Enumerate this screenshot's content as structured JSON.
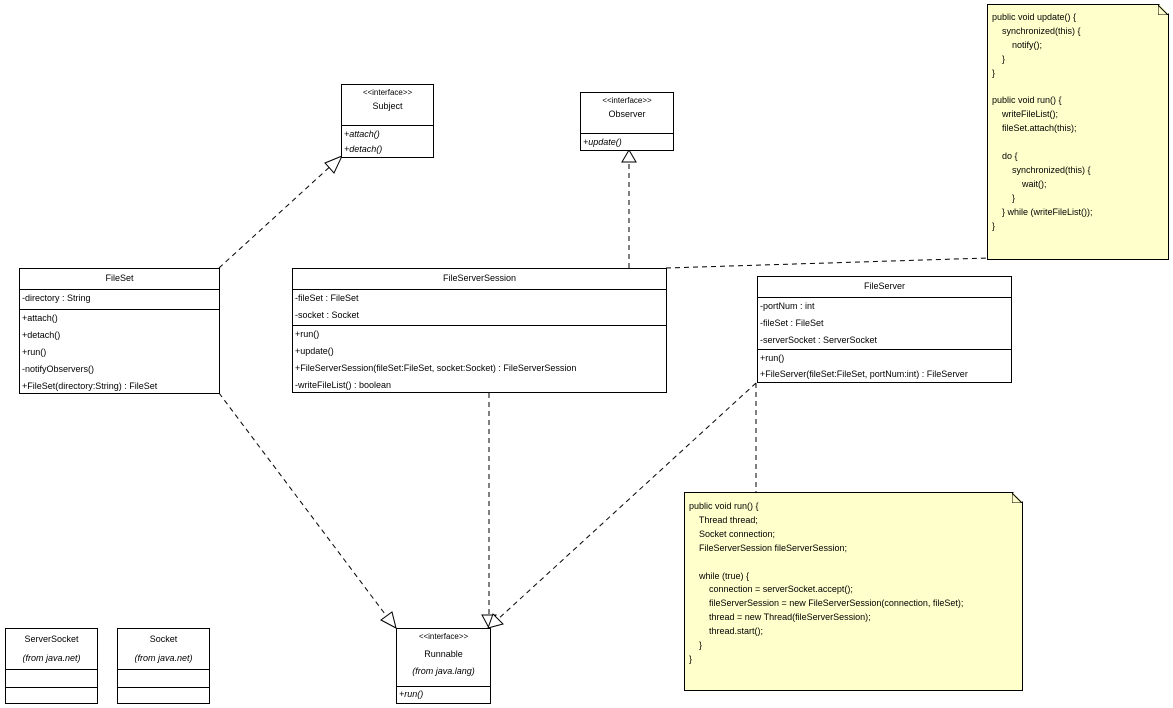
{
  "classes": {
    "subject": {
      "stereotype": "<<interface>>",
      "name": "Subject",
      "methods": [
        "+attach()",
        "+detach()"
      ]
    },
    "observer": {
      "stereotype": "<<interface>>",
      "name": "Observer",
      "methods": [
        "+update()"
      ]
    },
    "fileset": {
      "name": "FileSet",
      "attributes": [
        "-directory : String"
      ],
      "methods": [
        "+attach()",
        "+detach()",
        "+run()",
        "-notifyObservers()",
        "+FileSet(directory:String) : FileSet"
      ]
    },
    "fileserversession": {
      "name": "FileServerSession",
      "attributes": [
        "-fileSet : FileSet",
        "-socket : Socket"
      ],
      "methods": [
        "+run()",
        "+update()",
        "+FileServerSession(fileSet:FileSet, socket:Socket) : FileServerSession",
        "-writeFileList() : boolean"
      ]
    },
    "fileserver": {
      "name": "FileServer",
      "attributes": [
        "-portNum : int",
        "-fileSet : FileSet",
        "-serverSocket : ServerSocket"
      ],
      "methods": [
        "+run()",
        "+FileServer(fileSet:FileSet, portNum:int) : FileServer"
      ]
    },
    "runnable": {
      "stereotype": "<<interface>>",
      "name": "Runnable",
      "from": "(from java.lang)",
      "methods": [
        "+run()"
      ]
    },
    "serversocket": {
      "name": "ServerSocket",
      "from": "(from java.net)"
    },
    "socket": {
      "name": "Socket",
      "from": "(from java.net)"
    }
  },
  "notes": {
    "update_run": "public void update() {\n    synchronized(this) {\n        notify();\n    }\n}\n\npublic void run() {\n    writeFileList();\n    fileSet.attach(this);\n\n    do {\n        synchronized(this) {\n            wait();\n        }\n    } while (writeFileList());\n}",
    "server_run": "public void run() {\n    Thread thread;\n    Socket connection;\n    FileServerSession fileServerSession;\n\n    while (true) {\n        connection = serverSocket.accept();\n        fileServerSession = new FileServerSession(connection, fileSet);\n        thread = new Thread(fileServerSession);\n        thread.start();\n    }\n}"
  },
  "colors": {
    "note_fill": "#ffffcc",
    "line": "#000000",
    "box_fill": "#ffffff"
  }
}
